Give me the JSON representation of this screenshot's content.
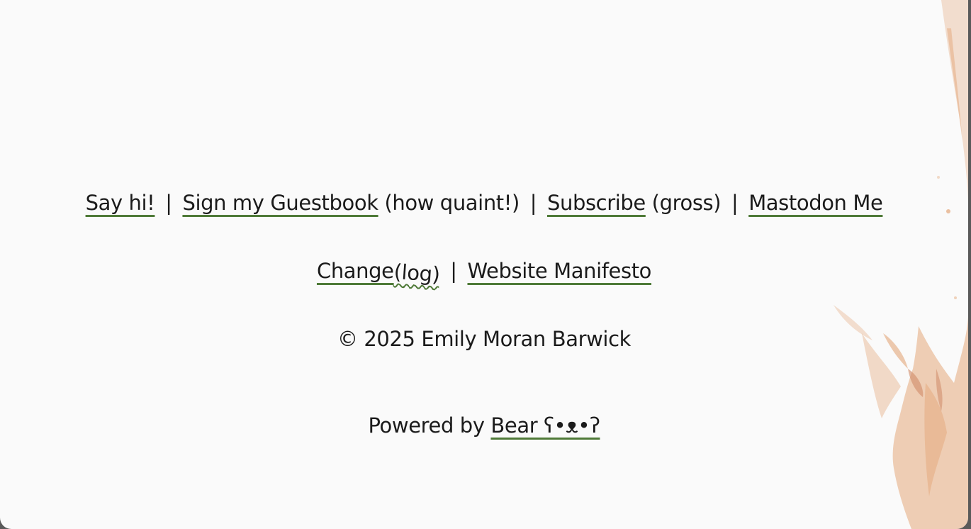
{
  "footer": {
    "links_row1": {
      "say_hi": "Say hi!",
      "sep": "|",
      "guestbook": "Sign my Guestbook",
      "guestbook_note": "(how quaint!)",
      "subscribe": "Subscribe",
      "subscribe_note": "(gross)",
      "mastodon": "Mastodon Me"
    },
    "links_row2": {
      "change": "Change",
      "log": "(log)",
      "sep": "|",
      "manifesto": "Website Manifesto"
    },
    "copyright": "© 2025 Emily Moran Barwick",
    "powered": {
      "prefix": "Powered by",
      "bear": "Bear ʕ•ᴥ•ʔ"
    }
  },
  "colors": {
    "background": "#fafafa",
    "text": "#1b1b1b",
    "link_underline": "#4f7a38",
    "splash": "#e3a77a"
  }
}
